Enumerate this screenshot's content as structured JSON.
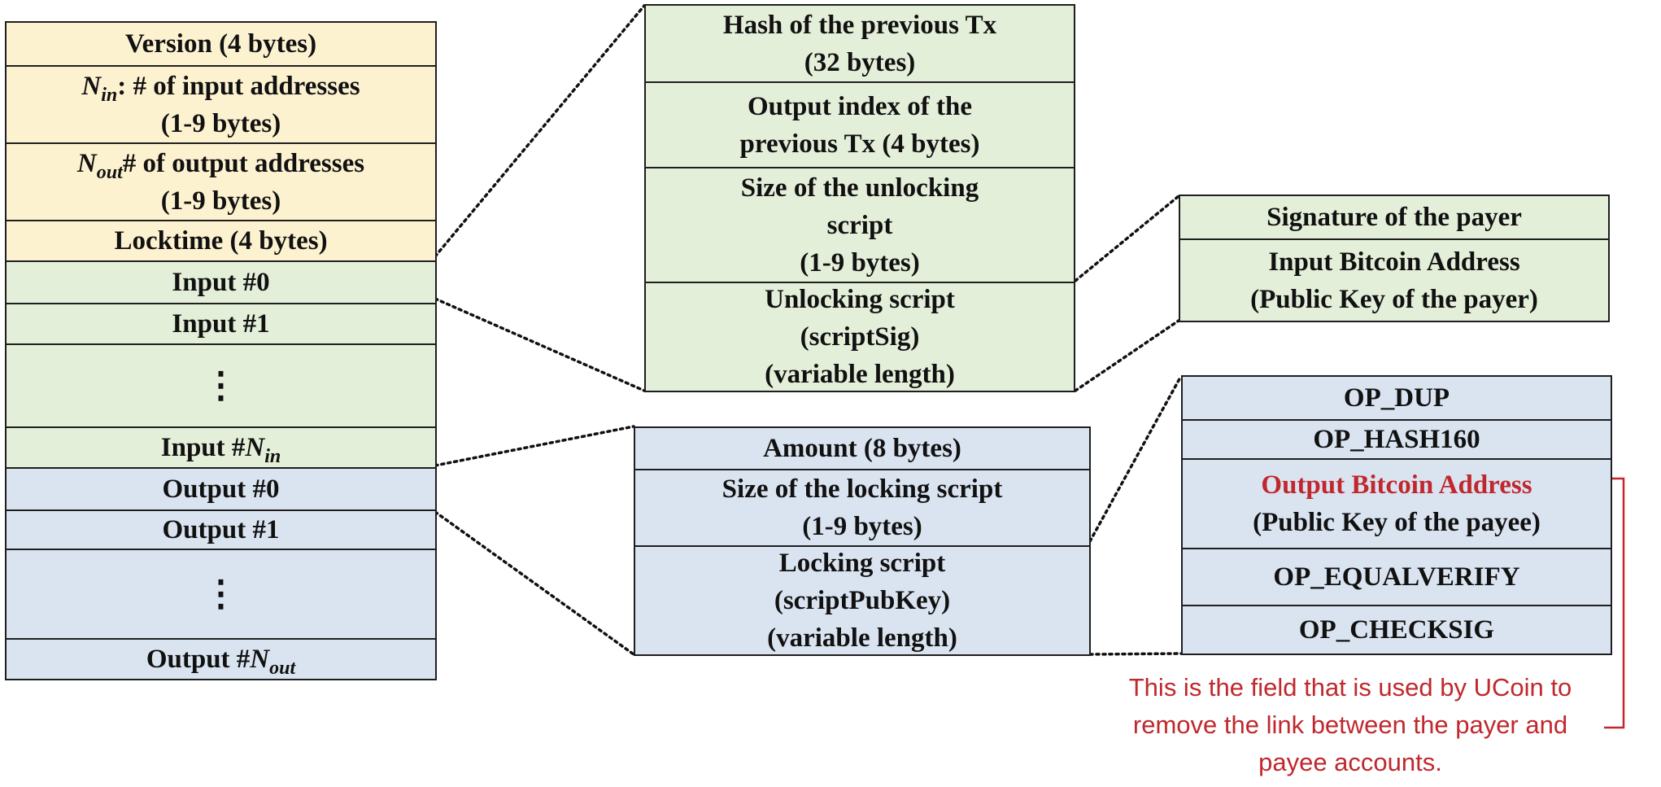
{
  "tx_fields": {
    "version": "Version (4 bytes)",
    "n_in_symbol": "N",
    "n_in_sub": "in",
    "n_in_rest": ": # of input addresses",
    "n_in_size": "(1-9 bytes)",
    "n_out_symbol": "N",
    "n_out_sub": "out",
    "n_out_rest": "# of output addresses",
    "n_out_size": "(1-9 bytes)",
    "locktime": "Locktime (4 bytes)",
    "input0": "Input #0",
    "input1": "Input #1",
    "input_dots": "⋮",
    "input_last_prefix": "Input #",
    "input_last_symbol": "N",
    "input_last_sub": "in",
    "output0": "Output #0",
    "output1": "Output #1",
    "output_dots": "⋮",
    "output_last_prefix": "Output #",
    "output_last_symbol": "N",
    "output_last_sub": "out"
  },
  "input_fields": {
    "prev_hash_line1": "Hash of the previous Tx",
    "prev_hash_line2": "(32 bytes)",
    "out_index_line1": "Output index of the",
    "out_index_line2": "previous Tx (4 bytes)",
    "unlock_size_line1": "Size of the unlocking",
    "unlock_size_line2": "script",
    "unlock_size_line3": "(1-9 bytes)",
    "unlock_script_line1": "Unlocking script",
    "unlock_script_line2": "(scriptSig)",
    "unlock_script_line3": "(variable length)"
  },
  "script_sig": {
    "signature": "Signature of the payer",
    "address_line1": "Input Bitcoin Address",
    "address_line2": "(Public Key of the payer)"
  },
  "output_fields": {
    "amount": "Amount (8 bytes)",
    "lock_size_line1": "Size of the locking script",
    "lock_size_line2": "(1-9 bytes)",
    "lock_script_line1": "Locking script",
    "lock_script_line2": "(scriptPubKey)",
    "lock_script_line3": "(variable length)"
  },
  "script_pubkey": {
    "op_dup": "OP_DUP",
    "op_hash160": "OP_HASH160",
    "address_line1": "Output Bitcoin Address",
    "address_line2": "(Public Key of the payee)",
    "op_equalverify": "OP_EQUALVERIFY",
    "op_checksig": "OP_CHECKSIG"
  },
  "annotation": {
    "line1": "This is the field that is used by UCoin to",
    "line2": "remove the link between the payer and",
    "line3": "payee accounts."
  },
  "colors": {
    "header_fill": "#fdf2d0",
    "input_fill": "#e4efd9",
    "output_fill": "#dae4f1",
    "highlight": "#c0282d",
    "border": "#1e1e1e"
  }
}
